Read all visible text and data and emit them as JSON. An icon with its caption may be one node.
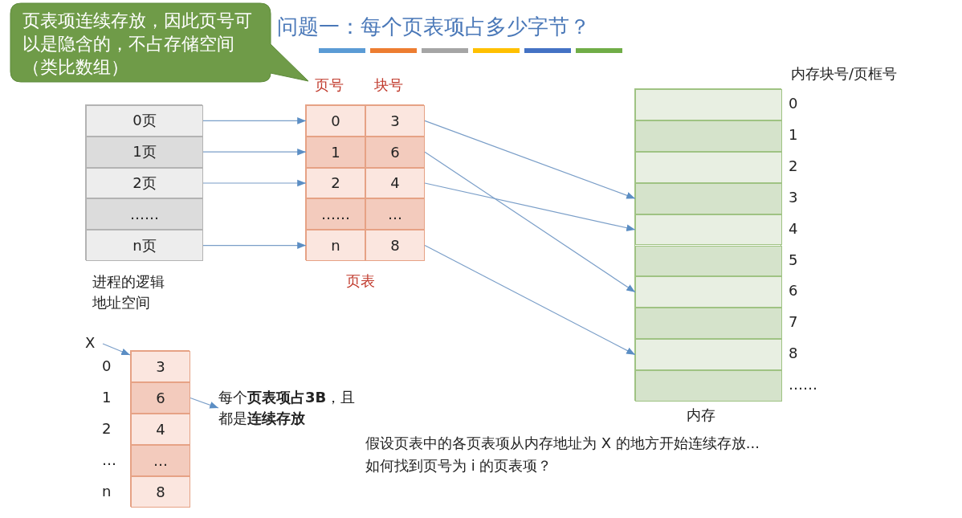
{
  "diagram": {
    "title": "问题一：每个页表项占多少字节？",
    "nodes": [
      {
        "text": [
          "页表项连续存放，因此页号可以是隐含的，不占存储空间（类比数组）"
        ]
      },
      {
        "text": [],
        "shape": "box",
        "beside": [
          "进程的逻辑地址空间"
        ]
      },
      {
        "text": [
          "0页"
        ],
        "in": 1
      },
      {
        "text": [
          "1页"
        ],
        "in": 1
      },
      {
        "text": [
          "2页"
        ],
        "in": 1
      },
      {
        "text": [
          "……"
        ],
        "in": 1
      },
      {
        "text": [
          "n页"
        ],
        "in": 1
      },
      {
        "text": [],
        "shape": "box",
        "beside": [
          "页表"
        ]
      },
      {
        "text": [
          "0"
        ],
        "in": 7
      },
      {
        "text": [
          "3"
        ],
        "in": 7
      },
      {
        "text": [
          "1"
        ],
        "in": 7
      },
      {
        "text": [
          "6"
        ],
        "in": 7
      },
      {
        "text": [
          "2"
        ],
        "in": 7
      },
      {
        "text": [
          "4"
        ],
        "in": 7
      },
      {
        "text": [
          "……"
        ],
        "in": 7
      },
      {
        "text": [
          "…"
        ],
        "in": 7
      },
      {
        "text": [
          "n"
        ],
        "in": 7
      },
      {
        "text": [
          "8"
        ],
        "in": 7
      },
      {
        "text": [],
        "shape": "box",
        "beside": [
          "内存"
        ]
      },
      {
        "text": [],
        "shape": "box",
        "in": 18,
        "beside": [
          "0"
        ]
      },
      {
        "text": [],
        "shape": "box",
        "in": 18,
        "beside": [
          "1"
        ]
      },
      {
        "text": [],
        "shape": "box",
        "in": 18,
        "beside": [
          "2"
        ]
      },
      {
        "text": [],
        "shape": "box",
        "in": 18,
        "beside": [
          "3"
        ]
      },
      {
        "text": [],
        "shape": "box",
        "in": 18,
        "beside": [
          "4"
        ]
      },
      {
        "text": [],
        "shape": "box",
        "in": 18,
        "beside": [
          "5"
        ]
      },
      {
        "text": [],
        "shape": "box",
        "in": 18,
        "beside": [
          "6"
        ]
      },
      {
        "text": [],
        "shape": "box",
        "in": 18,
        "beside": [
          "7"
        ]
      },
      {
        "text": [],
        "shape": "box",
        "in": 18,
        "beside": [
          "8"
        ]
      },
      {
        "text": [],
        "shape": "box",
        "in": 18,
        "beside": [
          "……"
        ]
      },
      {
        "text": [
          "X"
        ]
      },
      {
        "text": [],
        "shape": "box"
      },
      {
        "text": [
          "3"
        ],
        "in": 30,
        "beside": [
          "0"
        ]
      },
      {
        "text": [
          "6"
        ],
        "in": 30,
        "beside": [
          "1"
        ]
      },
      {
        "text": [
          "4"
        ],
        "in": 30,
        "beside": [
          "2"
        ]
      },
      {
        "text": [
          "…"
        ],
        "in": 30,
        "beside": [
          "…"
        ]
      },
      {
        "text": [
          "8"
        ],
        "in": 30,
        "beside": [
          "n"
        ]
      },
      {
        "text": [
          "每个**页表项占3B**，且都是**连续存放**"
        ]
      }
    ],
    "edges": [
      {
        "from": 2,
        "to": 8,
        "arrow": "to"
      },
      {
        "from": 3,
        "to": 10,
        "arrow": "to"
      },
      {
        "from": 4,
        "to": 12,
        "arrow": "to"
      },
      {
        "from": 6,
        "to": 16,
        "arrow": "to"
      },
      {
        "from": 9,
        "to": 22,
        "arrow": "to"
      },
      {
        "from": 11,
        "to": 25,
        "arrow": "to"
      },
      {
        "from": 13,
        "to": 23,
        "arrow": "to"
      },
      {
        "from": 17,
        "to": 27,
        "arrow": "to"
      },
      {
        "from": 29,
        "to": 30,
        "arrow": "to"
      },
      {
        "from": 32,
        "to": 36,
        "arrow": "to"
      }
    ],
    "labels": [
      "页号",
      "块号",
      "内存块号/页框号",
      "假设页表中的各页表项从内存地址为 X 的地方开始连续存放...如何找到页号为 i 的页表项？"
    ]
  }
}
